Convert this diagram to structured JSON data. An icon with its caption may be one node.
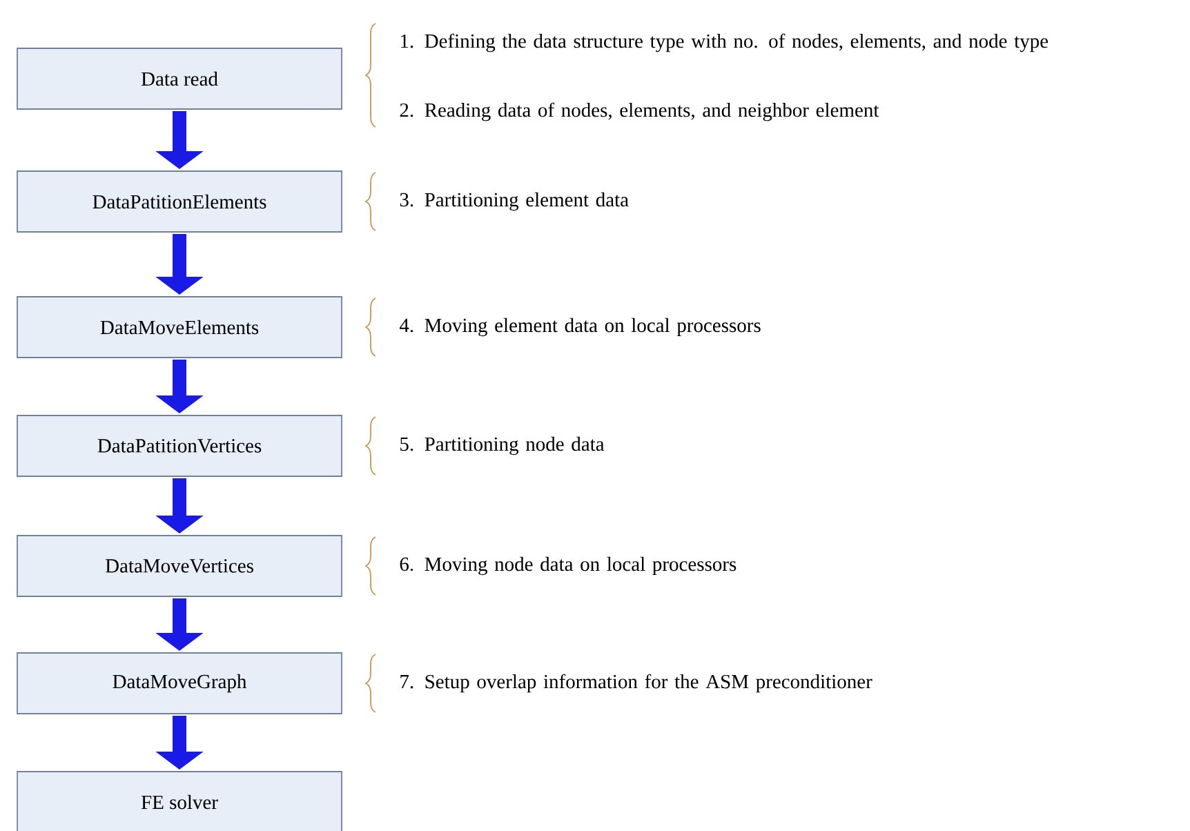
{
  "diagram": {
    "nodes": [
      {
        "text": [
          "Data read"
        ],
        "beside": [
          "1. Defining the data structure type with no. of nodes, elements, and node type",
          "2. Reading data of nodes, elements, and neighbor element"
        ]
      },
      {
        "text": [
          "DataPatitionElements"
        ],
        "beside": [
          "3. Partitioning element data"
        ]
      },
      {
        "text": [
          "DataMoveElements"
        ],
        "beside": [
          "4. Moving element data on local processors"
        ]
      },
      {
        "text": [
          "DataPatitionVertices"
        ],
        "beside": [
          "5. Partitioning node data"
        ]
      },
      {
        "text": [
          "DataMoveVertices"
        ],
        "beside": [
          "6. Moving node data on local processors"
        ]
      },
      {
        "text": [
          "DataMoveGraph"
        ],
        "beside": [
          "7. Setup overlap information for the ASM preconditioner"
        ]
      },
      {
        "text": [
          "FE solver"
        ]
      }
    ],
    "edges": [
      {
        "from": 0,
        "to": 1,
        "arrow": "to"
      },
      {
        "from": 1,
        "to": 2,
        "arrow": "to"
      },
      {
        "from": 2,
        "to": 3,
        "arrow": "to"
      },
      {
        "from": 3,
        "to": 4,
        "arrow": "to"
      },
      {
        "from": 4,
        "to": 5,
        "arrow": "to"
      },
      {
        "from": 5,
        "to": 6,
        "arrow": "to"
      }
    ]
  }
}
